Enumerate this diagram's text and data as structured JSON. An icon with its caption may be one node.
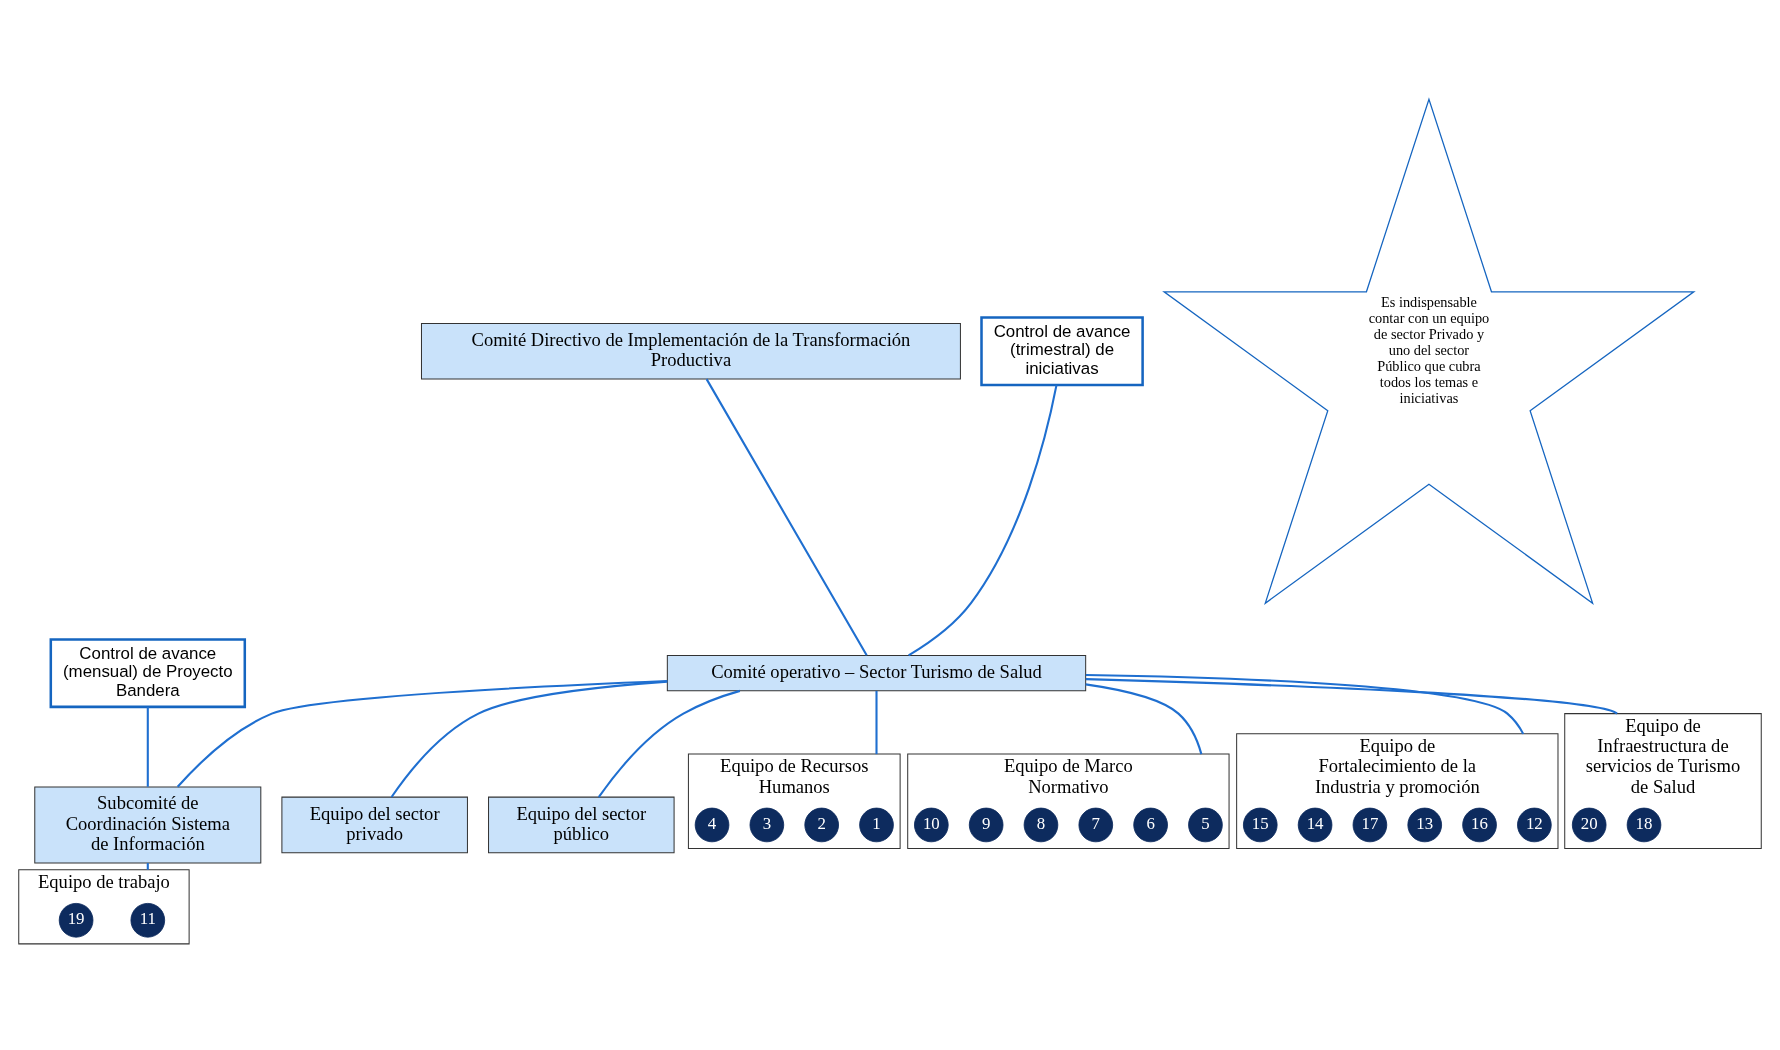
{
  "diagram": {
    "nodes": [
      {
        "text": [
          "Comité Directivo de Implementación de la Transformación Productiva"
        ]
      },
      {
        "text": [
          "Comité operativo – Sector Turismo de Salud"
        ]
      },
      {
        "text": [
          "Equipo del sector privado"
        ]
      },
      {
        "text": [
          "Equipo del sector público"
        ]
      },
      {
        "text": [
          "Subcomité de Coordinación Sistema de Información"
        ]
      },
      {
        "text": [
          "Equipo de trabajo"
        ]
      },
      {
        "text": [
          "11"
        ],
        "in": 5
      },
      {
        "text": [
          "19"
        ],
        "in": 5
      },
      {
        "text": [
          "Equipo de Recursos Humanos"
        ]
      },
      {
        "text": [
          "1"
        ],
        "in": 8
      },
      {
        "text": [
          "2"
        ],
        "in": 8
      },
      {
        "text": [
          "3"
        ],
        "in": 8
      },
      {
        "text": [
          "4"
        ],
        "in": 8
      },
      {
        "text": [
          "Equipo de Marco Normativo"
        ]
      },
      {
        "text": [
          "5"
        ],
        "in": 13
      },
      {
        "text": [
          "6"
        ],
        "in": 13
      },
      {
        "text": [
          "7"
        ],
        "in": 13
      },
      {
        "text": [
          "8"
        ],
        "in": 13
      },
      {
        "text": [
          "9"
        ],
        "in": 13
      },
      {
        "text": [
          "10"
        ],
        "in": 13
      },
      {
        "text": [
          "Equipo de Fortalecimiento de la Industria y promoción"
        ]
      },
      {
        "text": [
          "12"
        ],
        "in": 20
      },
      {
        "text": [
          "16"
        ],
        "in": 20
      },
      {
        "text": [
          "13"
        ],
        "in": 20
      },
      {
        "text": [
          "17"
        ],
        "in": 20
      },
      {
        "text": [
          "14"
        ],
        "in": 20
      },
      {
        "text": [
          "15"
        ],
        "in": 20
      },
      {
        "text": [
          "Equipo de Infraestructura de servicios de Turismo de Salud"
        ]
      },
      {
        "text": [
          "18"
        ],
        "in": 27
      },
      {
        "text": [
          "20"
        ],
        "in": 27
      },
      {
        "text": [
          "Control de avance (trimestral) de iniciativas"
        ]
      },
      {
        "text": [
          "Control de avance (mensual) de Proyecto Bandera"
        ]
      },
      {
        "text": [
          "Es indispensable contar con un equipo de sector Privado y uno del sector Público que cubra todos los temas e iniciativas"
        ]
      }
    ],
    "edges": [
      {
        "from": 0,
        "to": 1,
        "arrow": "none"
      },
      {
        "from": 1,
        "to": 2,
        "arrow": "none"
      },
      {
        "from": 1,
        "to": 3,
        "arrow": "none"
      },
      {
        "from": 1,
        "to": 4,
        "arrow": "none"
      },
      {
        "from": 1,
        "to": 8,
        "arrow": "none"
      },
      {
        "from": 1,
        "to": 13,
        "arrow": "none"
      },
      {
        "from": 1,
        "to": 20,
        "arrow": "none"
      },
      {
        "from": 1,
        "to": 27,
        "arrow": "none"
      },
      {
        "from": 4,
        "to": 5,
        "arrow": "none"
      },
      {
        "from": 30,
        "to": 1,
        "arrow": "none"
      },
      {
        "from": 31,
        "to": 4,
        "arrow": "none"
      }
    ]
  }
}
